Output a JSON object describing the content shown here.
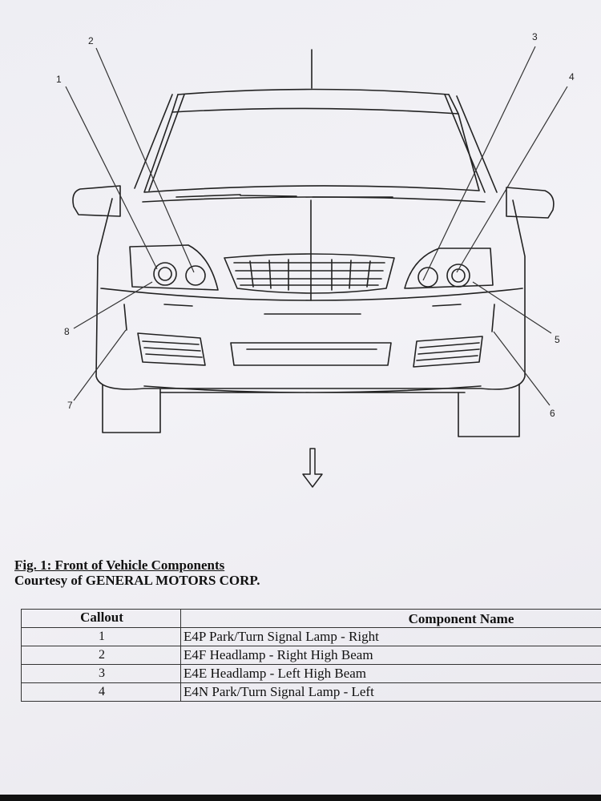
{
  "figure": {
    "callouts": [
      "1",
      "2",
      "3",
      "4",
      "5",
      "6",
      "7",
      "8"
    ],
    "direction_arrow": "down-arrow-icon"
  },
  "caption": {
    "title": "Fig. 1: Front of Vehicle Components",
    "credit": "Courtesy of GENERAL MOTORS CORP."
  },
  "table": {
    "headers": {
      "callout": "Callout",
      "name": "Component Name"
    },
    "rows": [
      {
        "callout": "1",
        "name": "E4P Park/Turn Signal Lamp - Right"
      },
      {
        "callout": "2",
        "name": "E4F Headlamp - Right High Beam"
      },
      {
        "callout": "3",
        "name": "E4E Headlamp - Left High Beam"
      },
      {
        "callout": "4",
        "name": "E4N Park/Turn Signal Lamp - Left"
      }
    ]
  }
}
